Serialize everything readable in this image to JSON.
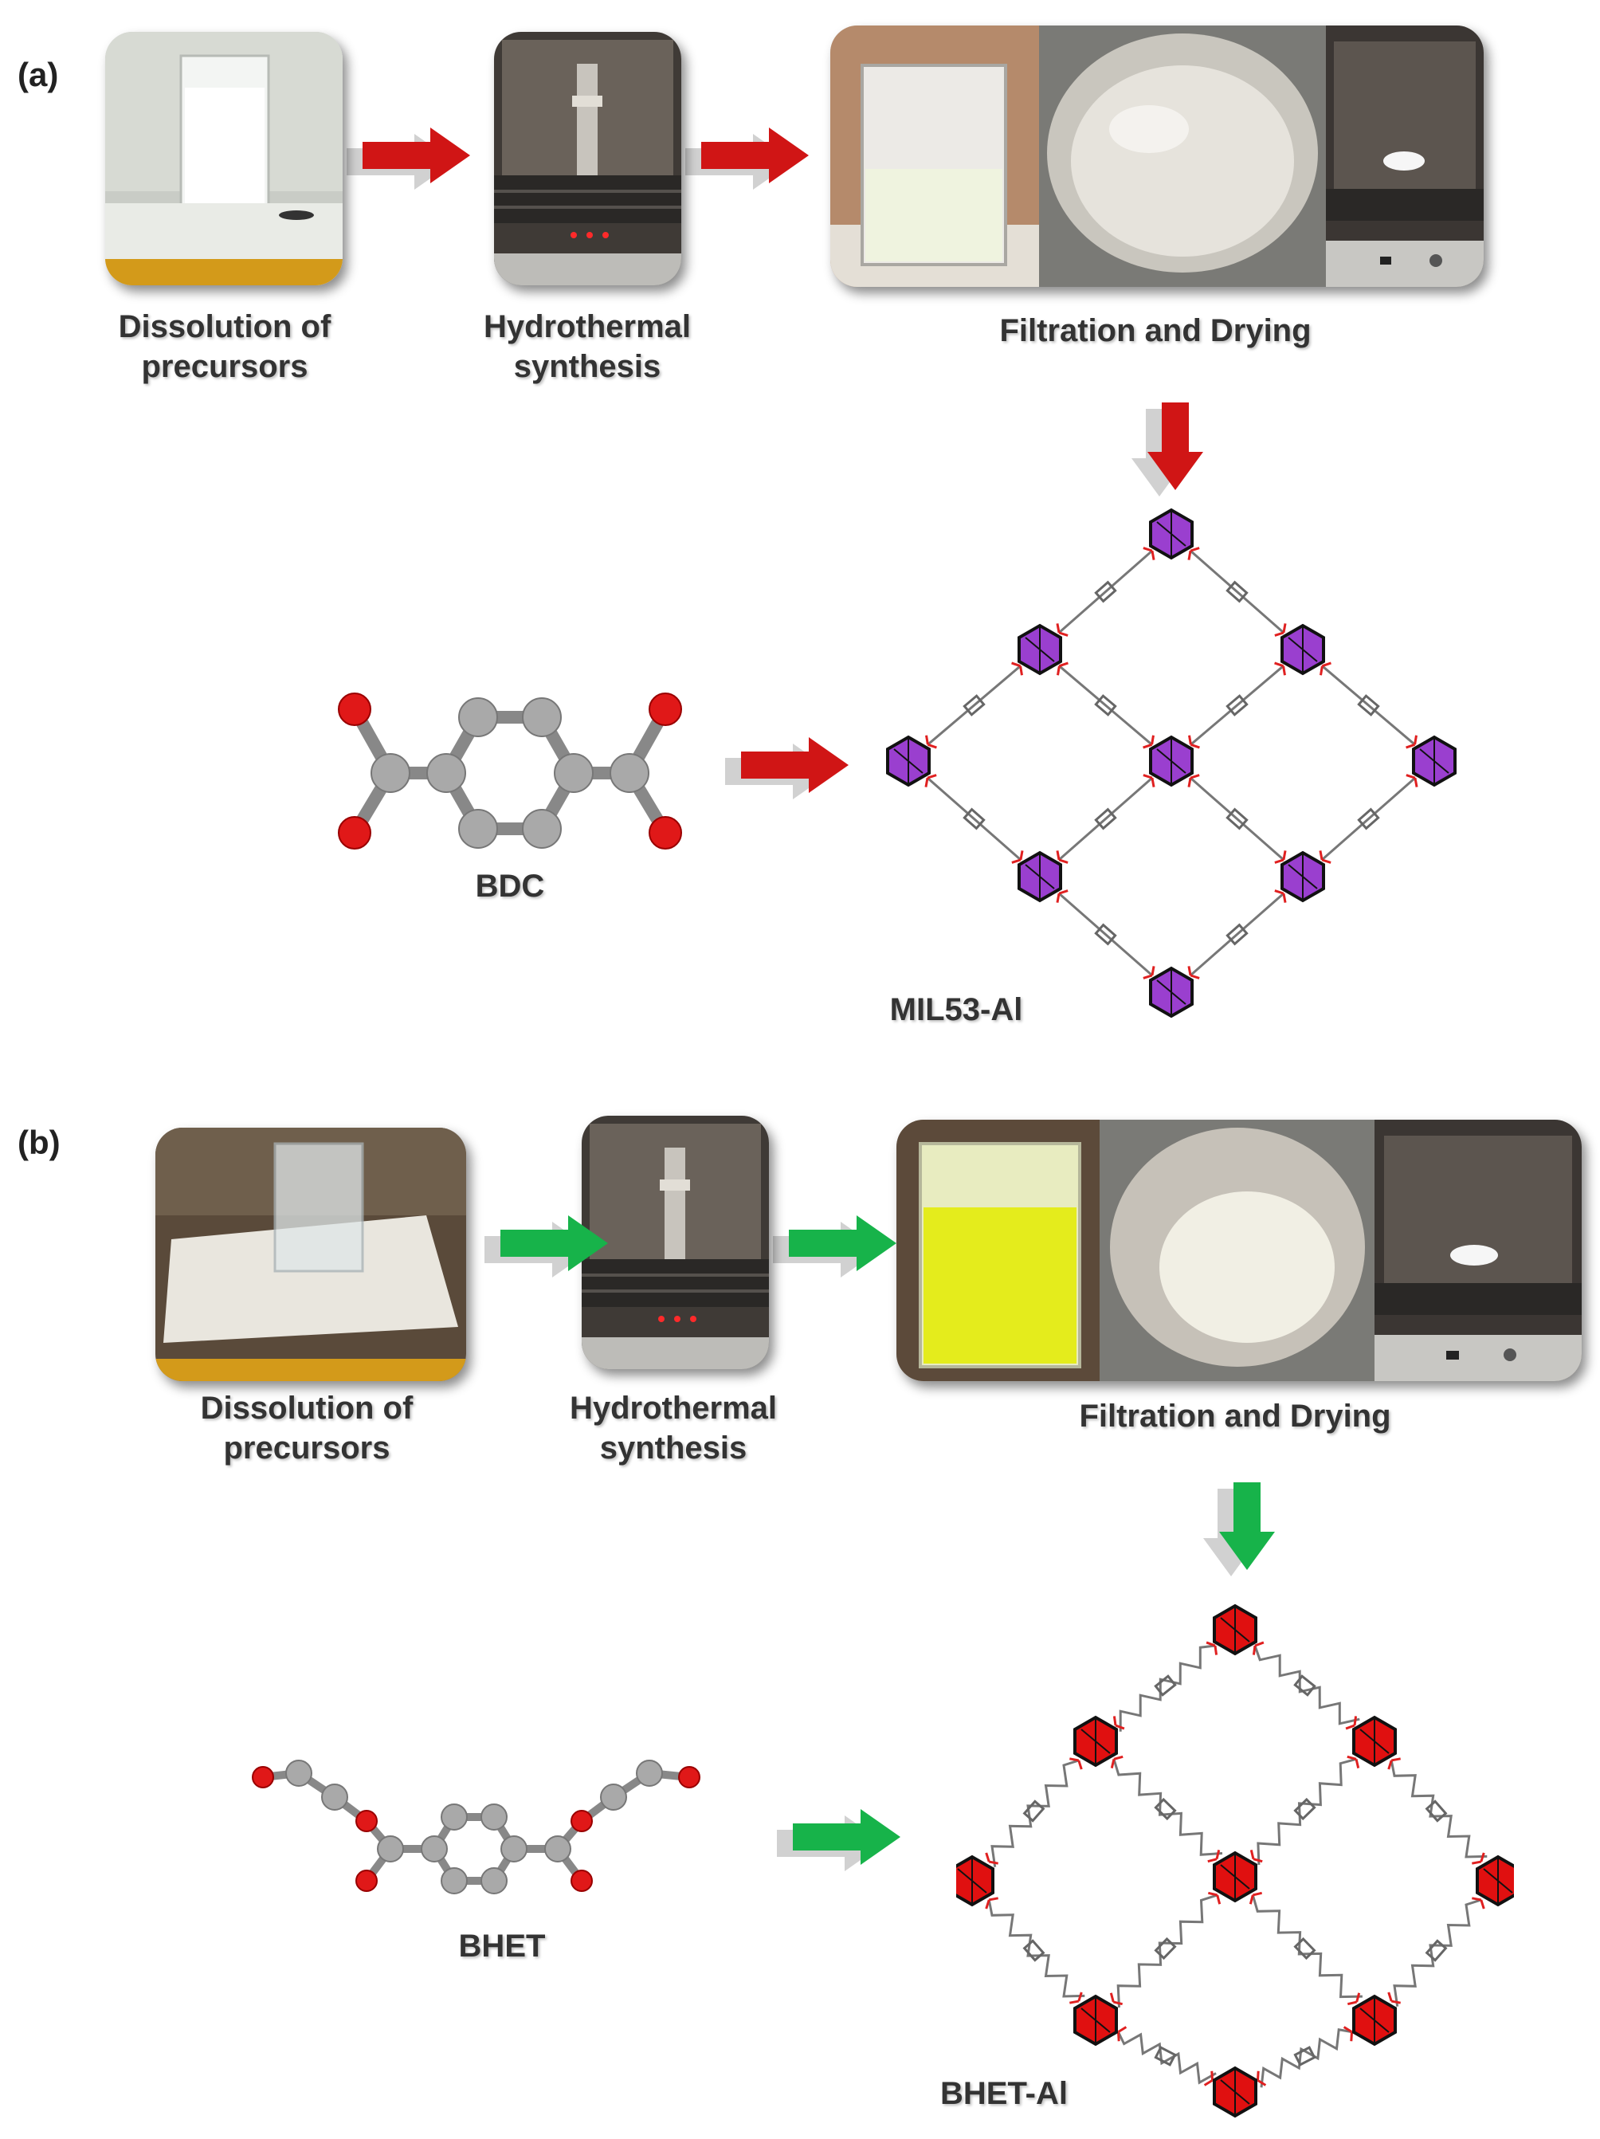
{
  "colors": {
    "arrow_red": "#d01515",
    "arrow_green": "#17b34a",
    "node_purple": "#9a3fcf",
    "node_red": "#e01010",
    "atom_carbon": "#a9a9a9",
    "atom_oxygen": "#e01818"
  },
  "panel_a": {
    "letter": "(a)",
    "steps": [
      {
        "label": "Dissolution of\nprecursors"
      },
      {
        "label": "Hydrothermal\nsynthesis"
      },
      {
        "label": "Filtration and Drying"
      }
    ],
    "linker": {
      "label": "BDC"
    },
    "product": {
      "label": "MIL53-Al"
    }
  },
  "panel_b": {
    "letter": "(b)",
    "steps": [
      {
        "label": "Dissolution of\nprecursors"
      },
      {
        "label": "Hydrothermal\nsynthesis"
      },
      {
        "label": "Filtration and Drying"
      }
    ],
    "linker": {
      "label": "BHET"
    },
    "product": {
      "label": "BHET-Al"
    }
  }
}
